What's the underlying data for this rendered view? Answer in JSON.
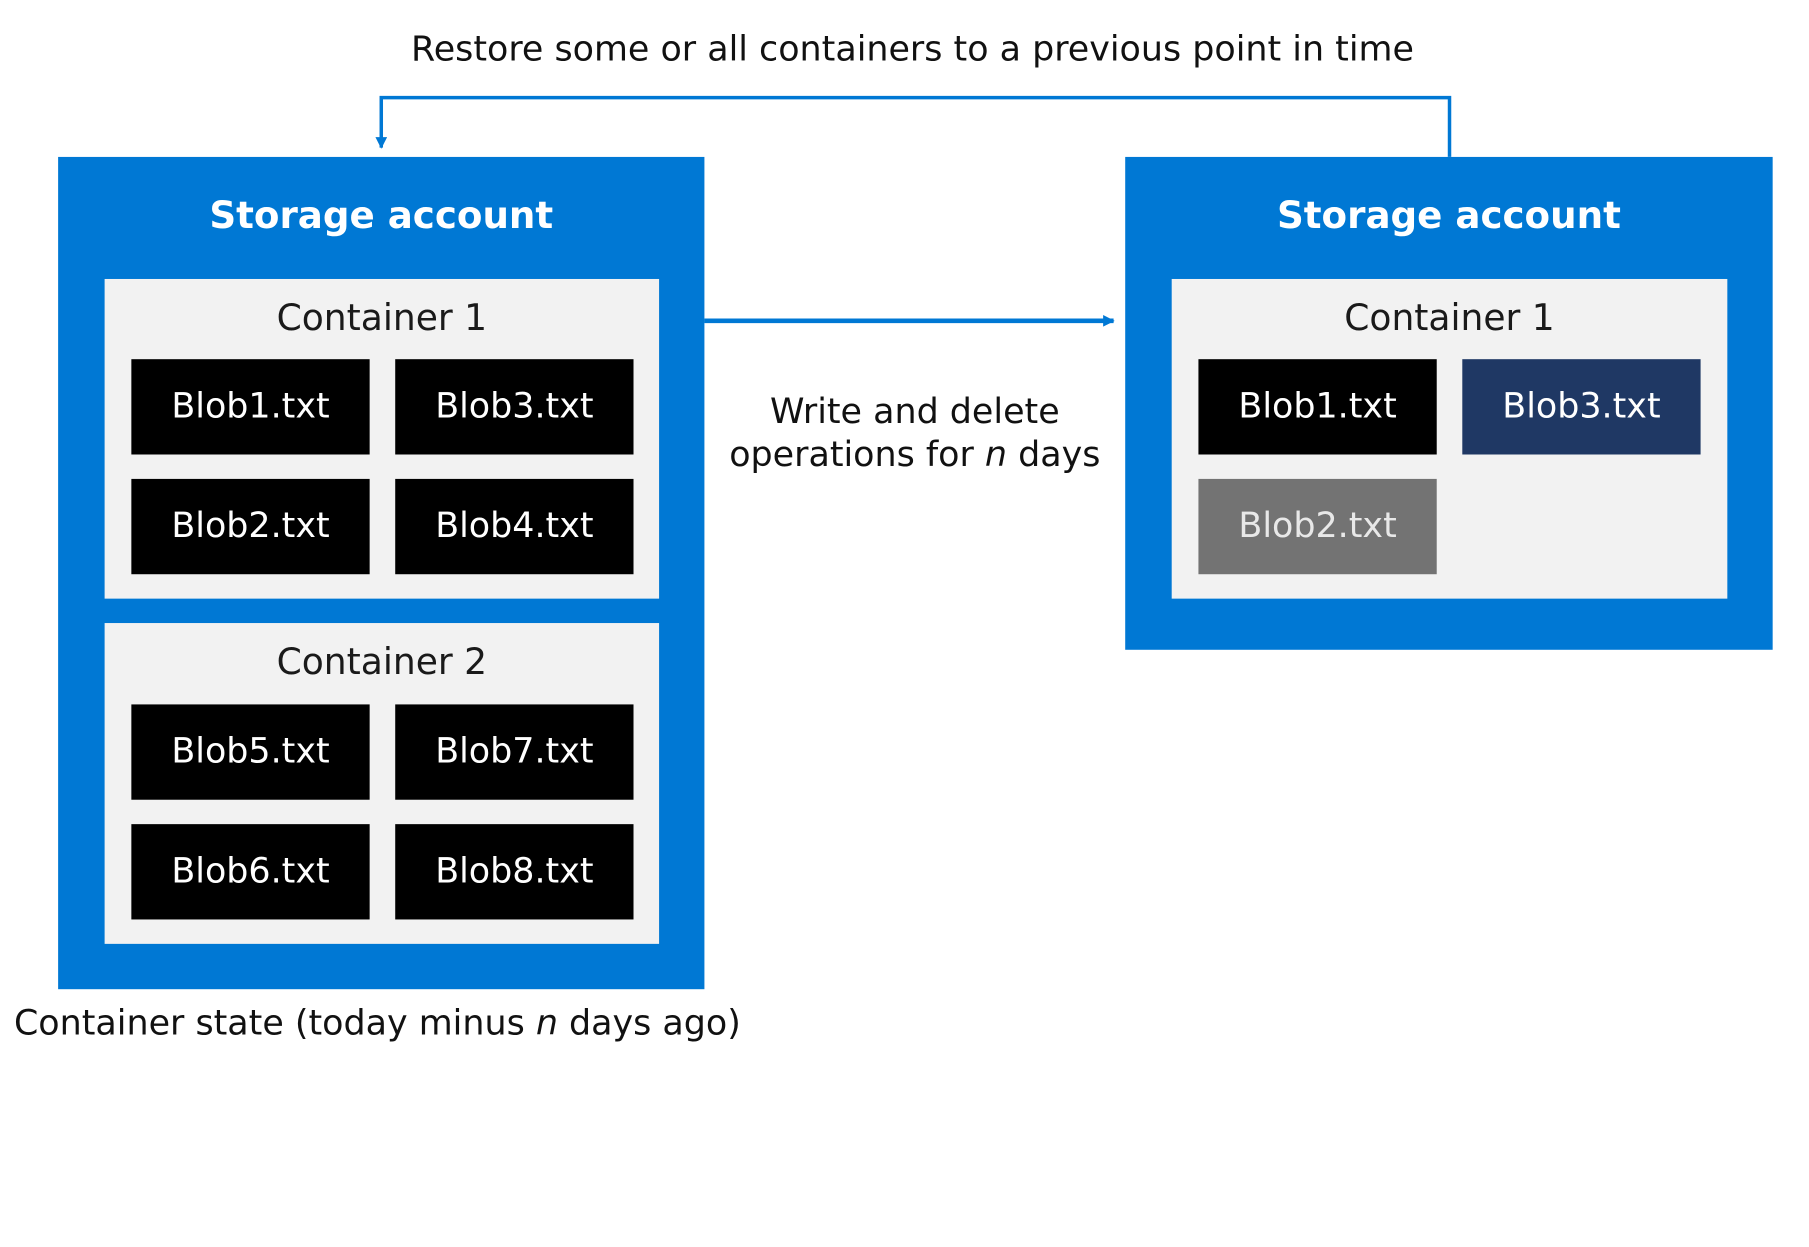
{
  "top_caption": "Restore some or all containers to a previous point in time",
  "middle_caption": {
    "line1": "Write and delete",
    "line2_prefix": "operations for ",
    "line2_var": "n",
    "line2_suffix": " days"
  },
  "bottom_caption": {
    "prefix": "Container state (today minus ",
    "var": "n",
    "suffix": " days ago)"
  },
  "colors": {
    "account_blue": "#0078d4",
    "container_gray": "#f2f2f2",
    "blob_black": "#000000",
    "blob_modified_navy": "#1f3864",
    "blob_deleted_gray": "#737373"
  },
  "left_account": {
    "title": "Storage account",
    "containers": [
      {
        "title": "Container 1",
        "blobs": [
          "Blob1.txt",
          "Blob3.txt",
          "Blob2.txt",
          "Blob4.txt"
        ]
      },
      {
        "title": "Container 2",
        "blobs": [
          "Blob5.txt",
          "Blob7.txt",
          "Blob6.txt",
          "Blob8.txt"
        ]
      }
    ]
  },
  "right_account": {
    "title": "Storage account",
    "container": {
      "title": "Container 1",
      "blobs": [
        "Blob1.txt",
        "Blob3.txt",
        "Blob2.txt"
      ]
    }
  }
}
